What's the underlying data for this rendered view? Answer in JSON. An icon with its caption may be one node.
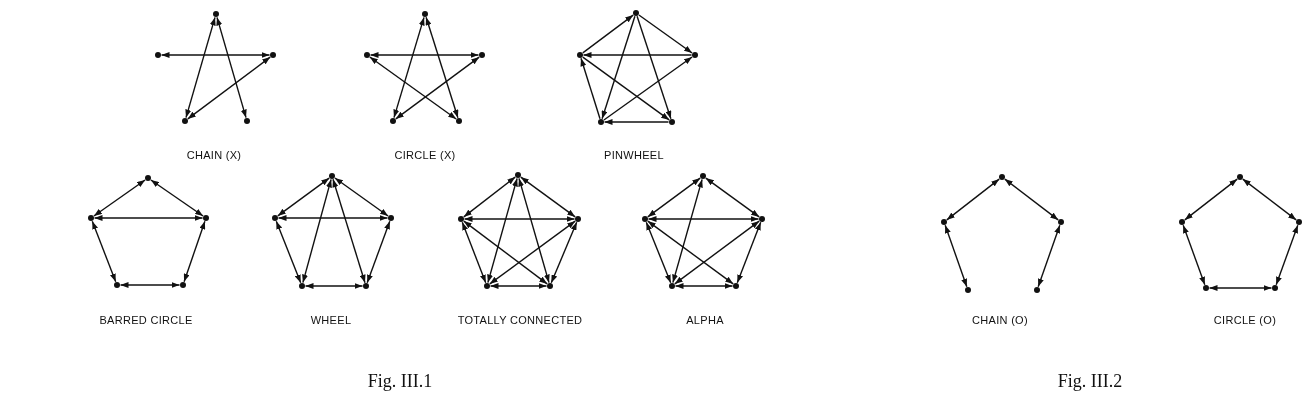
{
  "diagram": {
    "nodes": [
      {
        "text": [],
        "shape": "circle"
      },
      {
        "text": [],
        "shape": "circle"
      },
      {
        "text": [],
        "shape": "circle"
      },
      {
        "text": [],
        "shape": "circle"
      },
      {
        "text": [],
        "shape": "circle"
      },
      {
        "text": [],
        "shape": "circle"
      },
      {
        "text": [],
        "shape": "circle"
      },
      {
        "text": [],
        "shape": "circle"
      },
      {
        "text": [],
        "shape": "circle"
      },
      {
        "text": [],
        "shape": "circle"
      },
      {
        "text": [],
        "shape": "circle"
      },
      {
        "text": [],
        "shape": "circle"
      },
      {
        "text": [],
        "shape": "circle"
      },
      {
        "text": [],
        "shape": "circle"
      },
      {
        "text": [],
        "shape": "circle"
      },
      {
        "text": [],
        "shape": "circle"
      },
      {
        "text": [],
        "shape": "circle"
      },
      {
        "text": [],
        "shape": "circle"
      },
      {
        "text": [],
        "shape": "circle"
      },
      {
        "text": [],
        "shape": "circle"
      },
      {
        "text": [],
        "shape": "circle"
      },
      {
        "text": [],
        "shape": "circle"
      },
      {
        "text": [],
        "shape": "circle"
      },
      {
        "text": [],
        "shape": "circle"
      },
      {
        "text": [],
        "shape": "circle"
      },
      {
        "text": [],
        "shape": "circle"
      },
      {
        "text": [],
        "shape": "circle"
      },
      {
        "text": [],
        "shape": "circle"
      },
      {
        "text": [],
        "shape": "circle"
      },
      {
        "text": [],
        "shape": "circle"
      },
      {
        "text": [],
        "shape": "circle"
      },
      {
        "text": [],
        "shape": "circle"
      },
      {
        "text": [],
        "shape": "circle"
      },
      {
        "text": [],
        "shape": "circle"
      },
      {
        "text": [],
        "shape": "circle"
      },
      {
        "text": [],
        "shape": "circle"
      },
      {
        "text": [],
        "shape": "circle"
      },
      {
        "text": [],
        "shape": "circle"
      },
      {
        "text": [],
        "shape": "circle"
      },
      {
        "text": [],
        "shape": "circle"
      },
      {
        "text": [],
        "shape": "circle"
      },
      {
        "text": [],
        "shape": "circle"
      },
      {
        "text": [],
        "shape": "circle"
      },
      {
        "text": [],
        "shape": "circle"
      },
      {
        "text": [],
        "shape": "circle"
      }
    ],
    "edges": [
      {
        "from": 1,
        "to": 2,
        "arrow": "both"
      },
      {
        "from": 2,
        "to": 3,
        "arrow": "both"
      },
      {
        "from": 3,
        "to": 0,
        "arrow": "both"
      },
      {
        "from": 0,
        "to": 4,
        "arrow": "both"
      },
      {
        "from": 6,
        "to": 7,
        "arrow": "both"
      },
      {
        "from": 7,
        "to": 8,
        "arrow": "both"
      },
      {
        "from": 8,
        "to": 5,
        "arrow": "both"
      },
      {
        "from": 5,
        "to": 9,
        "arrow": "both"
      },
      {
        "from": 9,
        "to": 6,
        "arrow": "both"
      },
      {
        "from": 11,
        "to": 10,
        "arrow": "to"
      },
      {
        "from": 10,
        "to": 12,
        "arrow": "to"
      },
      {
        "from": 12,
        "to": 11,
        "arrow": "to"
      },
      {
        "from": 10,
        "to": 13,
        "arrow": "to"
      },
      {
        "from": 10,
        "to": 14,
        "arrow": "to"
      },
      {
        "from": 11,
        "to": 14,
        "arrow": "to"
      },
      {
        "from": 13,
        "to": 12,
        "arrow": "to"
      },
      {
        "from": 13,
        "to": 11,
        "arrow": "to"
      },
      {
        "from": 14,
        "to": 13,
        "arrow": "to"
      },
      {
        "from": 15,
        "to": 16,
        "arrow": "both"
      },
      {
        "from": 15,
        "to": 17,
        "arrow": "both"
      },
      {
        "from": 16,
        "to": 17,
        "arrow": "both"
      },
      {
        "from": 16,
        "to": 18,
        "arrow": "both"
      },
      {
        "from": 17,
        "to": 19,
        "arrow": "both"
      },
      {
        "from": 18,
        "to": 19,
        "arrow": "both"
      },
      {
        "from": 20,
        "to": 21,
        "arrow": "both"
      },
      {
        "from": 20,
        "to": 22,
        "arrow": "both"
      },
      {
        "from": 21,
        "to": 22,
        "arrow": "both"
      },
      {
        "from": 20,
        "to": 23,
        "arrow": "both"
      },
      {
        "from": 20,
        "to": 24,
        "arrow": "both"
      },
      {
        "from": 21,
        "to": 23,
        "arrow": "both"
      },
      {
        "from": 22,
        "to": 24,
        "arrow": "both"
      },
      {
        "from": 23,
        "to": 24,
        "arrow": "both"
      },
      {
        "from": 25,
        "to": 26,
        "arrow": "both"
      },
      {
        "from": 25,
        "to": 27,
        "arrow": "both"
      },
      {
        "from": 26,
        "to": 27,
        "arrow": "both"
      },
      {
        "from": 25,
        "to": 28,
        "arrow": "both"
      },
      {
        "from": 25,
        "to": 29,
        "arrow": "both"
      },
      {
        "from": 26,
        "to": 28,
        "arrow": "both"
      },
      {
        "from": 26,
        "to": 29,
        "arrow": "both"
      },
      {
        "from": 27,
        "to": 28,
        "arrow": "both"
      },
      {
        "from": 27,
        "to": 29,
        "arrow": "both"
      },
      {
        "from": 28,
        "to": 29,
        "arrow": "both"
      },
      {
        "from": 30,
        "to": 31,
        "arrow": "both"
      },
      {
        "from": 30,
        "to": 32,
        "arrow": "both"
      },
      {
        "from": 31,
        "to": 32,
        "arrow": "both"
      },
      {
        "from": 30,
        "to": 33,
        "arrow": "both"
      },
      {
        "from": 31,
        "to": 33,
        "arrow": "both"
      },
      {
        "from": 31,
        "to": 34,
        "arrow": "both"
      },
      {
        "from": 32,
        "to": 33,
        "arrow": "both"
      },
      {
        "from": 32,
        "to": 34,
        "arrow": "both"
      },
      {
        "from": 33,
        "to": 34,
        "arrow": "both"
      },
      {
        "from": 35,
        "to": 36,
        "arrow": "both"
      },
      {
        "from": 35,
        "to": 37,
        "arrow": "both"
      },
      {
        "from": 36,
        "to": 38,
        "arrow": "both"
      },
      {
        "from": 37,
        "to": 39,
        "arrow": "both"
      },
      {
        "from": 40,
        "to": 41,
        "arrow": "both"
      },
      {
        "from": 40,
        "to": 42,
        "arrow": "both"
      },
      {
        "from": 41,
        "to": 43,
        "arrow": "both"
      },
      {
        "from": 42,
        "to": 44,
        "arrow": "both"
      },
      {
        "from": 43,
        "to": 44,
        "arrow": "both"
      }
    ],
    "labels": [
      "CHAIN (X)",
      "CIRCLE (X)",
      "PINWHEEL",
      "BARRED CIRCLE",
      "WHEEL",
      "TOTALLY CONNECTED",
      "ALPHA",
      "CHAIN (O)",
      "CIRCLE (O)",
      "Fig. III.1",
      "Fig. III.2"
    ]
  }
}
